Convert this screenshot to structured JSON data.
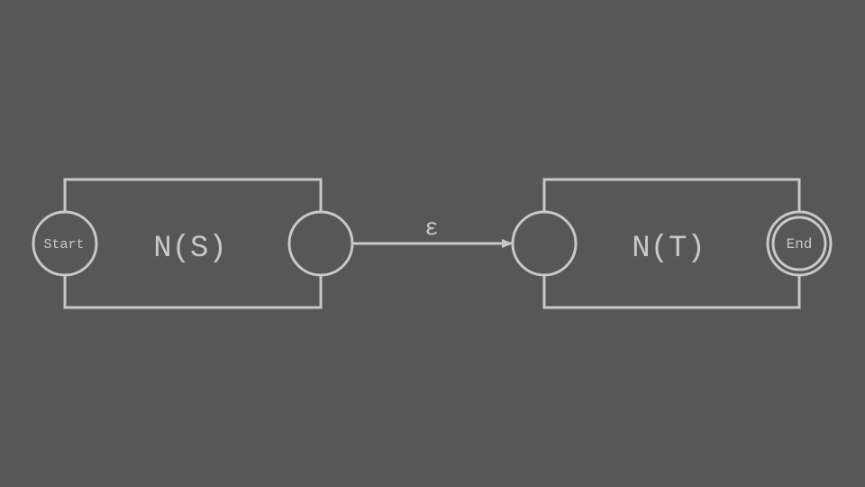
{
  "colors": {
    "background": "#575757",
    "stroke": "#c8c8c8"
  },
  "diagram": {
    "left_box": {
      "label": "N(S)"
    },
    "right_box": {
      "label": "N(T)"
    },
    "start_state": {
      "label": "Start"
    },
    "end_state": {
      "label": "End",
      "accepting": true
    },
    "transition": {
      "label": "ε",
      "from": "N(S) final state",
      "to": "N(T) initial state"
    }
  }
}
